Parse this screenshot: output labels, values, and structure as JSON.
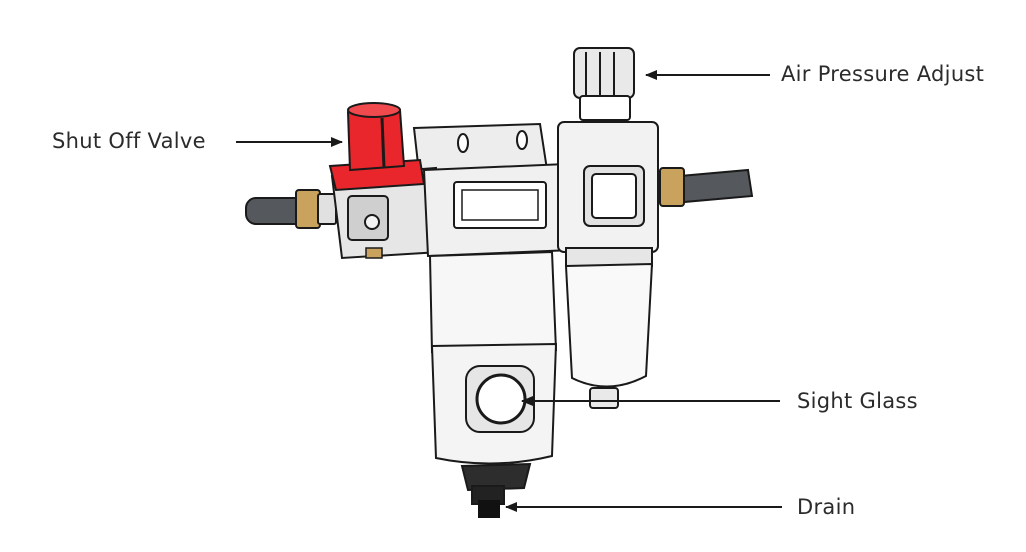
{
  "labels": {
    "shut_off_valve": "Shut Off Valve",
    "air_pressure_adjust": "Air Pressure Adjust",
    "sight_glass": "Sight Glass",
    "drain": "Drain"
  },
  "colors": {
    "valve_handle": "#e8262c",
    "hose": "#55585c",
    "fitting": "#c9a35e",
    "outline": "#1a1a1a",
    "body_fill": "#f4f4f4",
    "label_text": "#2b2b2b"
  }
}
